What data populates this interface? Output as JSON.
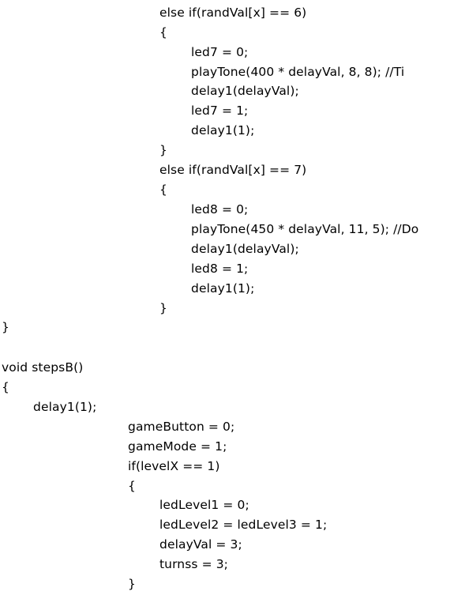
{
  "code": {
    "lines": [
      "else if(randVal[x] == 6)",
      "{",
      "led7 = 0;",
      "playTone(400 * delayVal, 8, 8); //Ti",
      "delay1(delayVal);",
      "led7 = 1;",
      "delay1(1);",
      "}",
      "else if(randVal[x] == 7)",
      "{",
      "led8 = 0;",
      "playTone(450 * delayVal, 11, 5); //Do",
      "delay1(delayVal);",
      "led8 = 1;",
      "delay1(1);",
      "}",
      "}",
      "void stepsB()",
      "{",
      "delay1(1);",
      "gameButton = 0;",
      "gameMode = 1;",
      "if(levelX == 1)",
      "{",
      "ledLevel1 = 0;",
      "ledLevel2 = ledLevel3 = 1;",
      "delayVal = 3;",
      "turnss = 3;",
      "}"
    ]
  }
}
